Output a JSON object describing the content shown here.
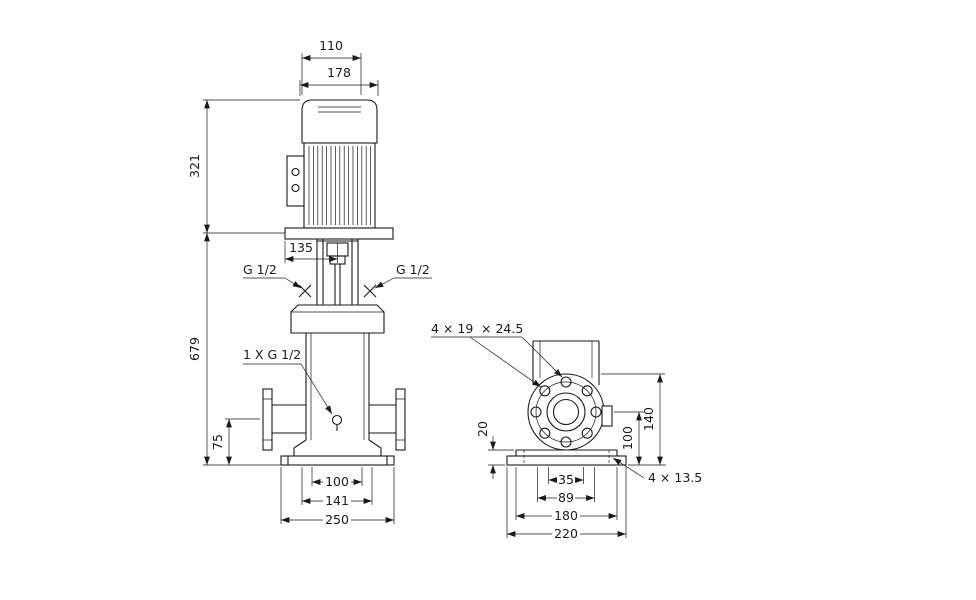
{
  "front": {
    "d110": "110",
    "d178": "178",
    "d321": "321",
    "d679": "679",
    "d135": "135",
    "g_left": "G 1/2",
    "g_right": "G 1/2",
    "drain": "1 X G 1/2",
    "d75": "75",
    "d100": "100",
    "d141": "141",
    "d250": "250"
  },
  "side": {
    "holes_flange": "4 × 19",
    "holes_flange_depth": "× 24.5",
    "d20": "20",
    "d100": "100",
    "d140": "140",
    "d35": "35",
    "d89": "89",
    "d180": "180",
    "d220": "220",
    "holes_base": "4 × 13.5"
  }
}
